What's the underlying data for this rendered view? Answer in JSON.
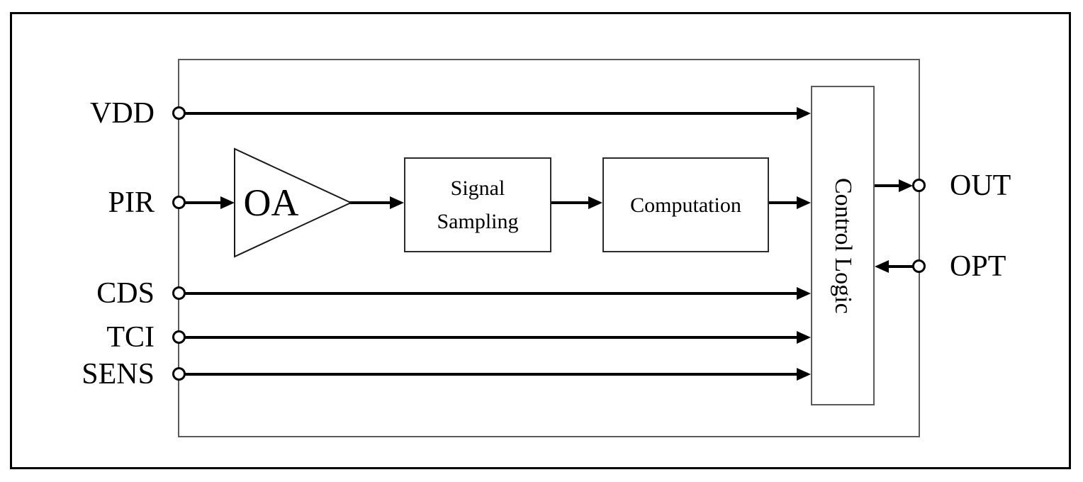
{
  "pins": {
    "vdd": "VDD",
    "pir": "PIR",
    "cds": "CDS",
    "tci": "TCI",
    "sens": "SENS",
    "out": "OUT",
    "opt": "OPT"
  },
  "blocks": {
    "oa": "OA",
    "signal_sampling": {
      "line1": "Signal",
      "line2": "Sampling"
    },
    "computation": "Computation",
    "control_logic": "Control Logic"
  },
  "colors": {
    "background": "#ffffff",
    "outer_border": "#000000",
    "chip_border": "#5a5a5a",
    "block_border": "#2b2b2b",
    "line": "#000000"
  }
}
